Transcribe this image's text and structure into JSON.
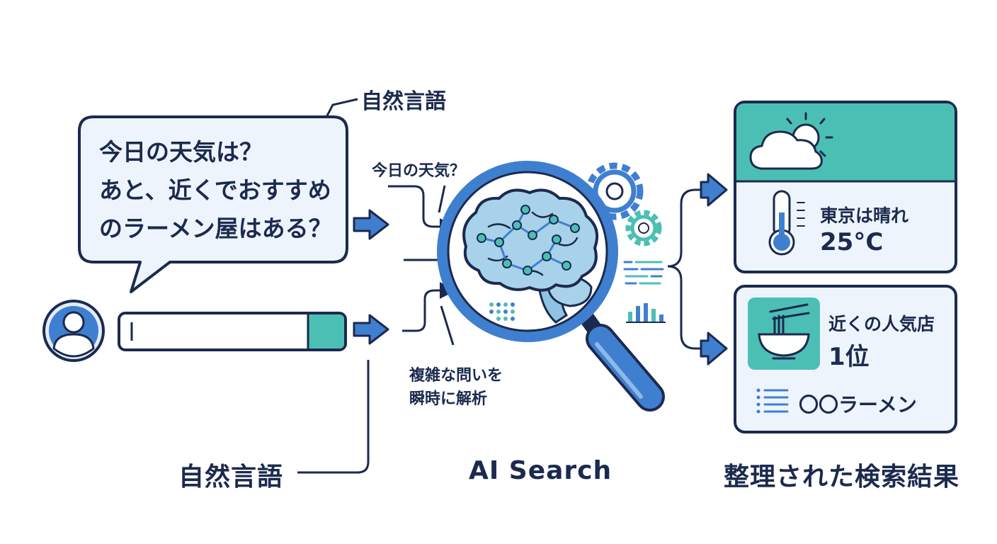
{
  "labels": {
    "top_natural_language": "自然言語",
    "bottom_natural_language": "自然言語",
    "ai_search": "AI Search",
    "organized_results": "整理された検索結果"
  },
  "bubble": {
    "lines": [
      "今日の天気は？",
      "あと、近くでおすすめ",
      "のラーメン屋はある？"
    ]
  },
  "search_box": {
    "value": ""
  },
  "analysis": {
    "query_snippet": "今日の天気？",
    "caption_line1": "複雑な問いを",
    "caption_line2": "瞬時に解析"
  },
  "weather_card": {
    "condition": "東京は晴れ",
    "temperature": "25°C"
  },
  "ramen_card": {
    "rank_label": "近くの人気店",
    "rank": "1位",
    "shop_name": "〇〇ラーメン"
  },
  "colors": {
    "navy": "#1b2a4e",
    "blue": "#3f7fd0",
    "teal": "#4cbfb4",
    "light_blue_bg": "#eef4fc",
    "brain": "#a8d2ea"
  },
  "icons": [
    "user-avatar-icon",
    "brain-icon",
    "magnifier-icon",
    "gear-icon",
    "cloud-sun-icon",
    "thermometer-icon",
    "ramen-bowl-icon",
    "list-icon",
    "arrow-icon"
  ]
}
